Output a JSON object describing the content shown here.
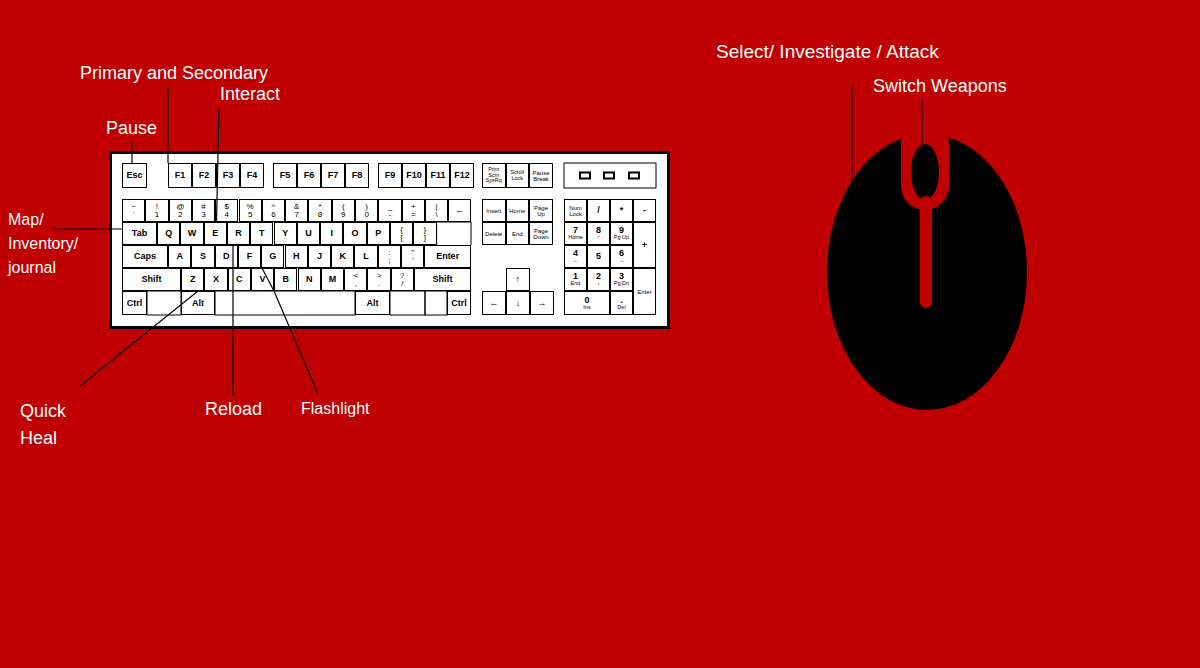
{
  "diagram": {
    "nodes": [
      {
        "text": [
          "Esc"
        ]
      },
      {
        "text": [
          "F1"
        ]
      },
      {
        "text": [
          "F2"
        ]
      },
      {
        "text": [
          "F3"
        ]
      },
      {
        "text": [
          "F4"
        ]
      },
      {
        "text": [
          "F5"
        ]
      },
      {
        "text": [
          "F6"
        ]
      },
      {
        "text": [
          "F7"
        ]
      },
      {
        "text": [
          "F8"
        ]
      },
      {
        "text": [
          "F9"
        ]
      },
      {
        "text": [
          "F10"
        ]
      },
      {
        "text": [
          "F11"
        ]
      },
      {
        "text": [
          "F12"
        ]
      },
      {
        "text": [
          "Print Scrn SysRq"
        ]
      },
      {
        "text": [
          "Scroll Lock"
        ]
      },
      {
        "text": [
          "Pause Break"
        ]
      },
      {
        "text": [
          "~",
          "`"
        ]
      },
      {
        "text": [
          "!",
          "1"
        ]
      },
      {
        "text": [
          "@",
          "2"
        ]
      },
      {
        "text": [
          "#",
          "3"
        ]
      },
      {
        "text": [
          "$",
          "4"
        ]
      },
      {
        "text": [
          "%",
          "5"
        ]
      },
      {
        "text": [
          "^",
          "6"
        ]
      },
      {
        "text": [
          "&",
          "7"
        ]
      },
      {
        "text": [
          "*",
          "8"
        ]
      },
      {
        "text": [
          "(",
          "9"
        ]
      },
      {
        "text": [
          ")",
          "0"
        ]
      },
      {
        "text": [
          "_",
          "-"
        ]
      },
      {
        "text": [
          "+",
          "="
        ]
      },
      {
        "text": [
          "|",
          "\\"
        ]
      },
      {
        "text": [
          "←"
        ]
      },
      {
        "text": [
          "Insert"
        ]
      },
      {
        "text": [
          "Home"
        ]
      },
      {
        "text": [
          "Page Up"
        ]
      },
      {
        "text": [
          "Num Lock"
        ]
      },
      {
        "text": [
          "/"
        ]
      },
      {
        "text": [
          "*"
        ]
      },
      {
        "text": [
          "-"
        ]
      },
      {
        "text": [
          "Tab"
        ]
      },
      {
        "text": [
          "Q"
        ]
      },
      {
        "text": [
          "W"
        ]
      },
      {
        "text": [
          "E"
        ]
      },
      {
        "text": [
          "R"
        ]
      },
      {
        "text": [
          "T"
        ]
      },
      {
        "text": [
          "Y"
        ]
      },
      {
        "text": [
          "U"
        ]
      },
      {
        "text": [
          "I"
        ]
      },
      {
        "text": [
          "O"
        ]
      },
      {
        "text": [
          "P"
        ]
      },
      {
        "text": [
          "{",
          "["
        ]
      },
      {
        "text": [
          "}",
          "]"
        ]
      },
      {
        "text": [
          "Delete"
        ]
      },
      {
        "text": [
          "End"
        ]
      },
      {
        "text": [
          "Page Down"
        ]
      },
      {
        "text": [
          "7",
          "Home"
        ]
      },
      {
        "text": [
          "8",
          "↑"
        ]
      },
      {
        "text": [
          "9",
          "Pg Up"
        ]
      },
      {
        "text": [
          "+"
        ]
      },
      {
        "text": [
          "Caps"
        ]
      },
      {
        "text": [
          "A"
        ]
      },
      {
        "text": [
          "S"
        ]
      },
      {
        "text": [
          "D"
        ]
      },
      {
        "text": [
          "F"
        ]
      },
      {
        "text": [
          "G"
        ]
      },
      {
        "text": [
          "H"
        ]
      },
      {
        "text": [
          "J"
        ]
      },
      {
        "text": [
          "K"
        ]
      },
      {
        "text": [
          "L"
        ]
      },
      {
        "text": [
          ":",
          ";"
        ]
      },
      {
        "text": [
          "\"",
          "'"
        ]
      },
      {
        "text": [
          "Enter"
        ]
      },
      {
        "text": [
          "4",
          "←"
        ]
      },
      {
        "text": [
          "5"
        ]
      },
      {
        "text": [
          "6",
          "→"
        ]
      },
      {
        "text": [
          "Shift"
        ]
      },
      {
        "text": [
          "Z"
        ]
      },
      {
        "text": [
          "X"
        ]
      },
      {
        "text": [
          "C"
        ]
      },
      {
        "text": [
          "V"
        ]
      },
      {
        "text": [
          "B"
        ]
      },
      {
        "text": [
          "N"
        ]
      },
      {
        "text": [
          "M"
        ]
      },
      {
        "text": [
          "<",
          ","
        ]
      },
      {
        "text": [
          ">",
          "."
        ]
      },
      {
        "text": [
          "?",
          "/"
        ]
      },
      {
        "text": [
          "Shift"
        ]
      },
      {
        "text": [
          "↑"
        ]
      },
      {
        "text": [
          "1",
          "End"
        ]
      },
      {
        "text": [
          "2",
          "↓"
        ]
      },
      {
        "text": [
          "3",
          "Pg Dn"
        ]
      },
      {
        "text": [
          "Enter"
        ]
      },
      {
        "text": [
          "Ctrl"
        ]
      },
      {
        "text": [
          "Alt"
        ]
      },
      {
        "text": [
          "Alt"
        ]
      },
      {
        "text": [
          "Ctrl"
        ]
      },
      {
        "text": [
          "←"
        ]
      },
      {
        "text": [
          "↓"
        ]
      },
      {
        "text": [
          "→"
        ]
      },
      {
        "text": [
          "0",
          "Ins"
        ]
      },
      {
        "text": [
          ".",
          "Del"
        ]
      }
    ],
    "labels": [
      "Select/ Investigate / Attack",
      "Primary and Secondary",
      "Switch Weapons",
      "Interact",
      "Pause",
      "Map/ Inventory/ journal",
      "Quick Heal",
      "Reload",
      "Flashlight"
    ]
  }
}
